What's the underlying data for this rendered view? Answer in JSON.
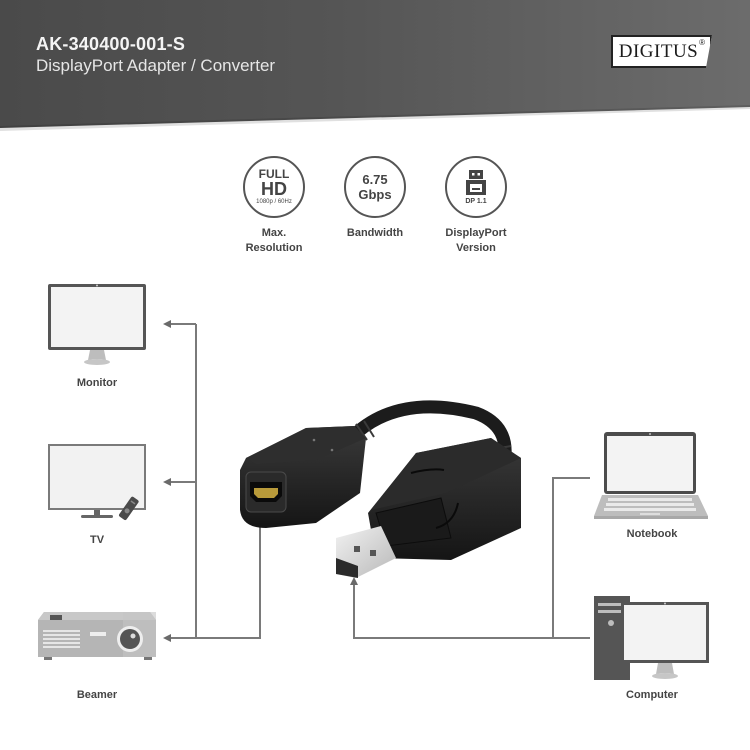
{
  "header": {
    "model": "AK-340400-001-S",
    "subtitle": "DisplayPort Adapter / Converter",
    "brand": "DIGITUS",
    "brand_mark": "®"
  },
  "specs": [
    {
      "icon": "full-hd-icon",
      "line1": "FULL",
      "line2": "HD",
      "line3": "1080p / 60Hz",
      "label_line1": "Max.",
      "label_line2": "Resolution"
    },
    {
      "icon": "bandwidth-icon",
      "line1": "6.75",
      "line2": "Gbps",
      "label_line1": "Bandwidth",
      "label_line2": ""
    },
    {
      "icon": "displayport-icon",
      "line1": "DP 1.1",
      "label_line1": "DisplayPort",
      "label_line2": "Version"
    }
  ],
  "outputs": [
    {
      "label": "Monitor",
      "icon": "monitor-icon"
    },
    {
      "label": "TV",
      "icon": "tv-icon"
    },
    {
      "label": "Beamer",
      "icon": "projector-icon"
    }
  ],
  "sources": [
    {
      "label": "Notebook",
      "icon": "laptop-icon"
    },
    {
      "label": "Computer",
      "icon": "desktop-computer-icon"
    }
  ],
  "product": {
    "icon": "displayport-to-hdmi-adapter-image"
  },
  "colors": {
    "header_dark": "#4a4a4a",
    "header_light": "#6c6c6c",
    "line": "#7a7a7a",
    "text": "#444444",
    "adapter_black": "#1f1f1f"
  }
}
